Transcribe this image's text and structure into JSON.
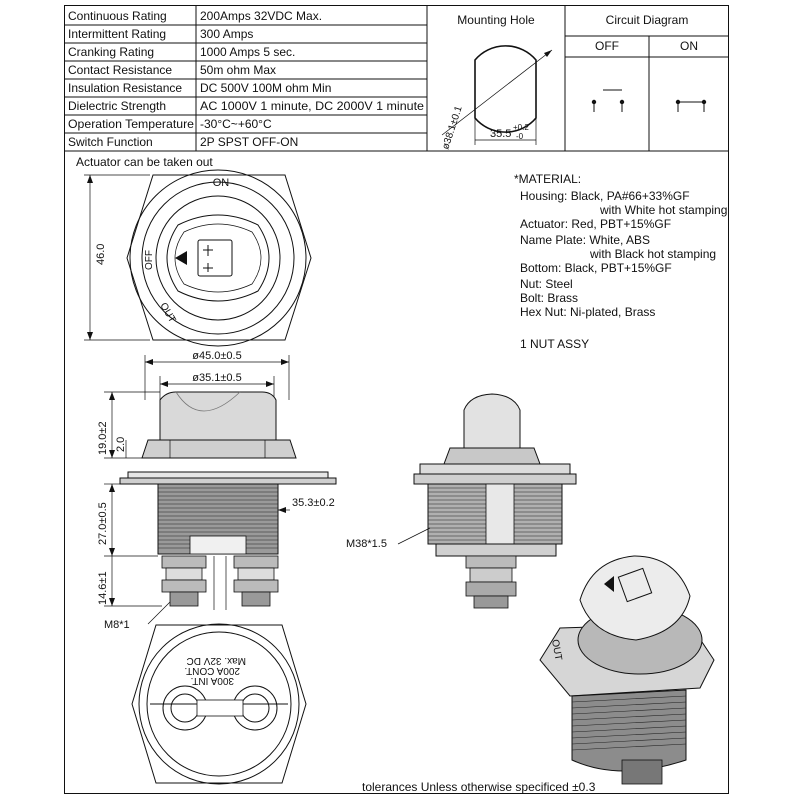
{
  "specs": [
    {
      "label": "Continuous Rating",
      "value": "200Amps 32VDC Max."
    },
    {
      "label": "Intermittent Rating",
      "value": "300 Amps"
    },
    {
      "label": "Cranking Rating",
      "value": "1000 Amps  5 sec."
    },
    {
      "label": "Contact Resistance",
      "value": "50m ohm Max"
    },
    {
      "label": "Insulation Resistance",
      "value": "DC 500V 100M ohm Min"
    },
    {
      "label": "Dielectric Strength",
      "value": "AC 1000V 1 minute, DC 2000V 1 minute"
    },
    {
      "label": "Operation Temperature",
      "value": "-30°C~+60°C"
    },
    {
      "label": "Switch Function",
      "value": "2P SPST OFF-ON"
    }
  ],
  "mounting_hole": {
    "title": "Mounting Hole",
    "dia": "ø38.1±0.1",
    "flat": "35.5",
    "flat_tol_plus": "+0.2",
    "flat_tol_minus": "-0"
  },
  "circuit": {
    "title": "Circuit Diagram",
    "off": "OFF",
    "on": "ON"
  },
  "top_view": {
    "caption": "Actuator can be taken out",
    "on": "ON",
    "off": "OFF",
    "out": "OUT",
    "height_dim": "46.0"
  },
  "material": {
    "title": "*MATERIAL:",
    "lines": [
      "Housing: Black, PA#66+33%GF",
      "with White hot stamping",
      "Actuator: Red, PBT+15%GF",
      "Name Plate: White, ABS",
      "with Black hot stamping",
      "Bottom: Black, PBT+15%GF",
      "Nut: Steel",
      "Bolt: Brass",
      "Hex Nut: Ni-plated, Brass"
    ],
    "assy": "1 NUT ASSY"
  },
  "side_view": {
    "d_outer": "ø45.0±0.5",
    "d_inner": "ø35.1±0.5",
    "h_top": "19.0±2",
    "h_step": "2.0",
    "h_body": "27.0±0.5",
    "w_thread": "35.3±0.2",
    "h_term": "14.6±1",
    "term_label": "M8*1"
  },
  "thread_label": "M38*1.5",
  "bottom_view": {
    "line1": "Max. 32V DC",
    "line2": "200A CONT.",
    "line3": "300A INT."
  },
  "iso_view": {
    "out": "OUT"
  },
  "tolerance": "tolerances Unless otherwise specificed ±0.3"
}
